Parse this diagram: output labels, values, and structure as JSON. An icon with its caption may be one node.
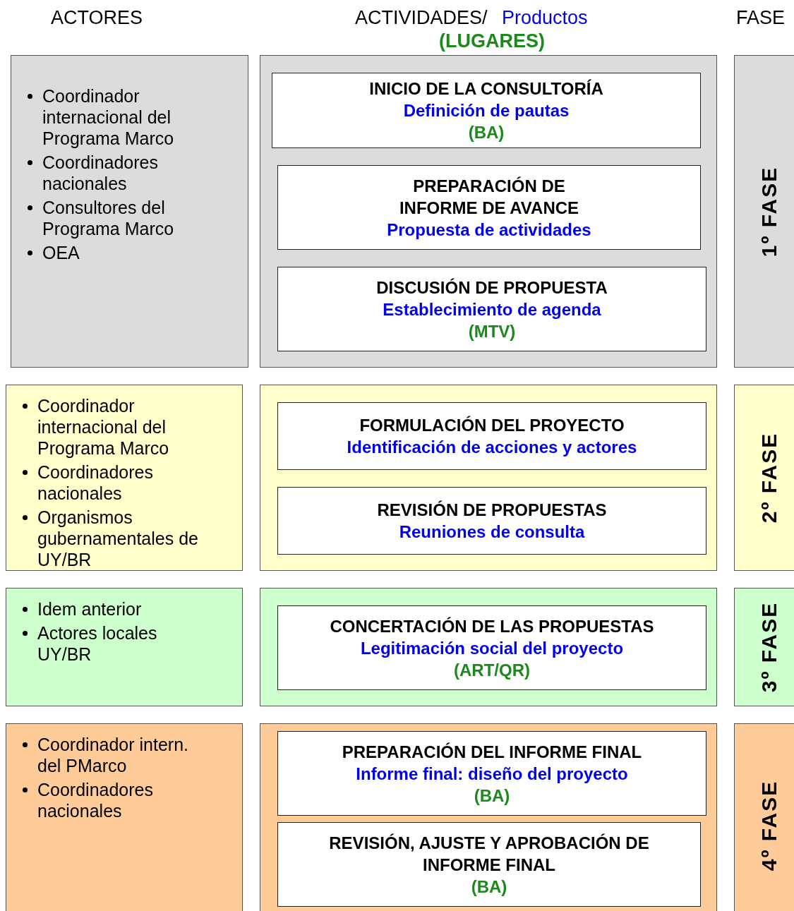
{
  "diagram": {
    "nodes": [
      {
        "text": [
          "Coordinador internacional del Programa Marco",
          "Coordinadores nacionales",
          "Consultores del Programa Marco",
          "OEA"
        ]
      },
      {
        "text": [],
        "shape": "box"
      },
      {
        "text": [
          "INICIO DE LA CONSULTORÍA",
          "Definición de pautas",
          "(BA)"
        ],
        "in": 1
      },
      {
        "text": [
          "PREPARACIÓN DE INFORME DE AVANCE",
          "Propuesta de actividades"
        ],
        "in": 1
      },
      {
        "text": [
          "DISCUSIÓN DE PROPUESTA",
          "Establecimiento de agenda",
          "(MTV)"
        ],
        "in": 1
      },
      {
        "text": [
          "1º FASE"
        ]
      },
      {
        "text": [
          "Coordinador internacional del Programa Marco",
          "Coordinadores nacionales",
          "Organismos gubernamentales de UY/BR"
        ]
      },
      {
        "text": [],
        "shape": "box"
      },
      {
        "text": [
          "FORMULACIÓN DEL PROYECTO",
          "Identificación de acciones y actores"
        ],
        "in": 7
      },
      {
        "text": [
          "REVISIÓN DE PROPUESTAS",
          "Reuniones de consulta"
        ],
        "in": 7
      },
      {
        "text": [
          "2º FASE"
        ]
      },
      {
        "text": [
          "Idem anterior",
          "Actores locales UY/BR"
        ]
      },
      {
        "text": [],
        "shape": "box"
      },
      {
        "text": [
          "CONCERTACIÓN DE LAS PROPUESTAS",
          "Legitimación social del proyecto",
          "(ART/QR)"
        ],
        "in": 12
      },
      {
        "text": [
          "3º FASE"
        ]
      },
      {
        "text": [
          "Coordinador intern. del PMarco",
          "Coordinadores nacionales"
        ]
      },
      {
        "text": [],
        "shape": "box"
      },
      {
        "text": [
          "PREPARACIÓN DEL INFORME FINAL",
          "Informe final: diseño del proyecto",
          "(BA)"
        ],
        "in": 16
      },
      {
        "text": [
          "REVISIÓN, AJUSTE Y APROBACIÓN DE INFORME FINAL",
          "(BA)"
        ],
        "in": 16
      },
      {
        "text": [
          "4º FASE"
        ]
      }
    ],
    "labels": [
      "ACTORES",
      "ACTIVIDADES/",
      "Productos",
      "(LUGARES)",
      "FASE"
    ]
  }
}
